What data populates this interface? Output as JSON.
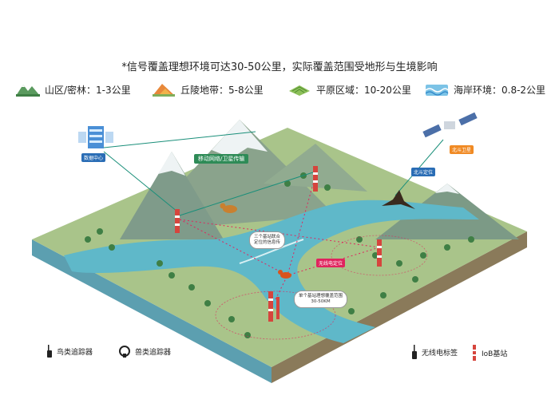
{
  "note": "*信号覆盖理想环境可达30-50公里，实际覆盖范围受地形与生境影响",
  "legend": [
    {
      "icon": "mountain-forest-icon",
      "label": "山区/密林：1-3公里"
    },
    {
      "icon": "hills-icon",
      "label": "丘陵地带：5-8公里"
    },
    {
      "icon": "plain-icon",
      "label": "平原区域：10-20公里"
    },
    {
      "icon": "coast-icon",
      "label": "海岸环境：0.8-2公里"
    }
  ],
  "scene": {
    "data_center": "数据中心",
    "network_link": "移动网络/卫星传输",
    "satellite": "北斗卫星",
    "beidou": "北斗定位",
    "wireless_link": "无线电定位",
    "bubble_top": [
      "三个基站联合",
      "定位的信息传"
    ],
    "range_label": [
      "单个基站理想覆盖范围",
      "30-50KM"
    ]
  },
  "bottom_legend": [
    {
      "icon": "bird-tracker-icon",
      "label": "鸟类追踪器"
    },
    {
      "icon": "animal-tracker-icon",
      "label": "兽类追踪器"
    },
    {
      "icon": "radio-tag-icon",
      "label": "无线电标签"
    },
    {
      "icon": "iob-station-icon",
      "label": "IoB基站"
    }
  ],
  "colors": {
    "accent": "#1a8f7a",
    "tag_orange": "#f08a24",
    "tag_blue": "#2a6db5",
    "link_red": "#e0245e",
    "water": "#5fb8c9",
    "land": "#a9c48a"
  }
}
